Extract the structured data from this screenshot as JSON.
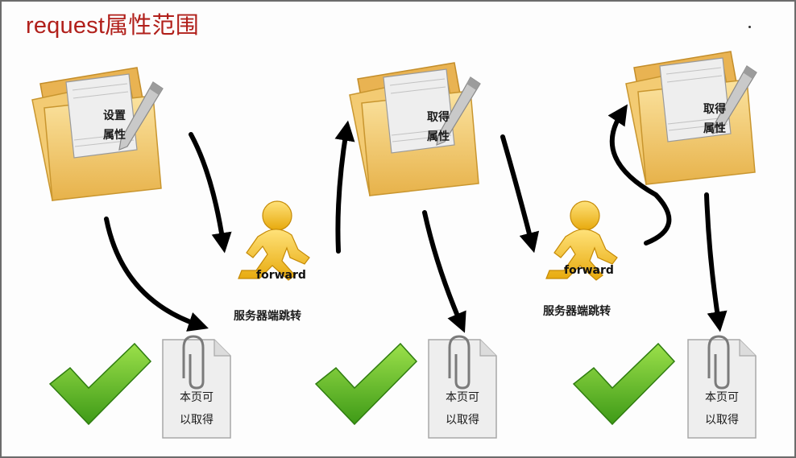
{
  "title": "request属性范围",
  "steps": [
    {
      "doc_line1": "设置",
      "doc_line2": "属性",
      "clip_line1": "本页可",
      "clip_line2": "以取得"
    },
    {
      "doc_line1": "取得",
      "doc_line2": "属性",
      "clip_line1": "本页可",
      "clip_line2": "以取得"
    },
    {
      "doc_line1": "取得",
      "doc_line2": "属性",
      "clip_line1": "本页可",
      "clip_line2": "以取得"
    }
  ],
  "forwards": [
    {
      "label": "forward",
      "caption": "服务器端跳转"
    },
    {
      "label": "forward",
      "caption": "服务器端跳转"
    }
  ],
  "icons": {
    "document": "folder-document-icon",
    "person": "running-person-icon",
    "check": "checkmark-icon",
    "clip": "paperclip-document-icon"
  },
  "colors": {
    "title": "#b1201b",
    "folder": "#f1c96b",
    "check": "#6fbf2a",
    "person": "#f4c21b"
  }
}
